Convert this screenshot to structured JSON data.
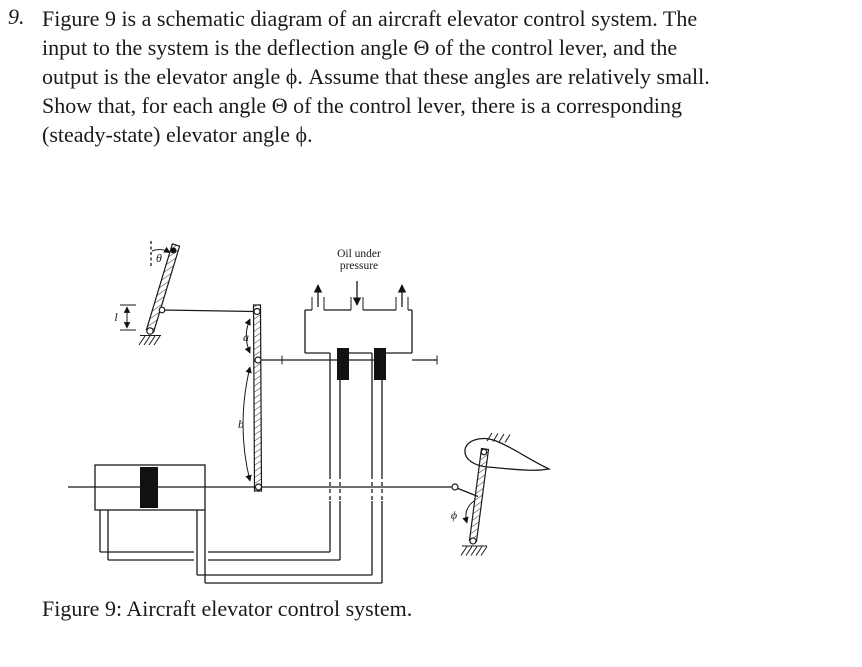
{
  "problem": {
    "number": "9.",
    "lines": [
      "Figure 9 is a schematic diagram of an aircraft elevator control system. The",
      "input to the system is the deflection angle Θ of the control lever, and the",
      "output is the elevator angle ϕ. Assume that these angles are relatively small.",
      "Show that, for each angle Θ of the control lever, there is a corresponding",
      "(steady-state) elevator angle ϕ."
    ]
  },
  "figure": {
    "labels": {
      "oil_line1": "Oil under",
      "oil_line2": "pressure",
      "theta": "θ",
      "arm_a": "a",
      "arm_b": "b",
      "length_l": "l",
      "phi": "ϕ"
    },
    "caption": "Figure 9: Aircraft elevator control system."
  },
  "colors": {
    "ink": "#1a1a1a",
    "background": "#ffffff"
  }
}
